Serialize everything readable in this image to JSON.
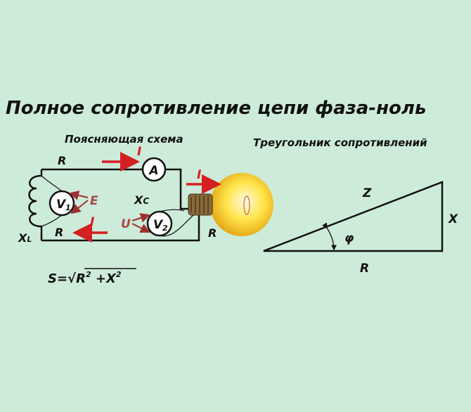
{
  "title": "Полное сопротивление цепи фаза-ноль",
  "circuit": {
    "heading": "Поясняющая схема",
    "labels": {
      "r_top": "R",
      "r_bottom": "R",
      "r_right": "R",
      "xl": "X",
      "xl_sub": "L",
      "xc": "X",
      "xc_sub": "C",
      "e": "E",
      "u": "U",
      "i_top": "I",
      "i_right": "I",
      "i_bottom": "I",
      "ammeter": "A",
      "v1": "V",
      "v1_sub": "1",
      "v2": "V",
      "v2_sub": "2"
    },
    "formula": {
      "lhs": "S=√",
      "r": "R",
      "exp1": "2",
      "plus": " +X",
      "exp2": "2"
    }
  },
  "triangle": {
    "heading": "Треугольник сопротивлений",
    "z": "Z",
    "x": "X",
    "r": "R",
    "phi": "φ"
  },
  "colors": {
    "background": "#cdebd9",
    "arrow": "#d42020",
    "annotation": "#a84848"
  }
}
